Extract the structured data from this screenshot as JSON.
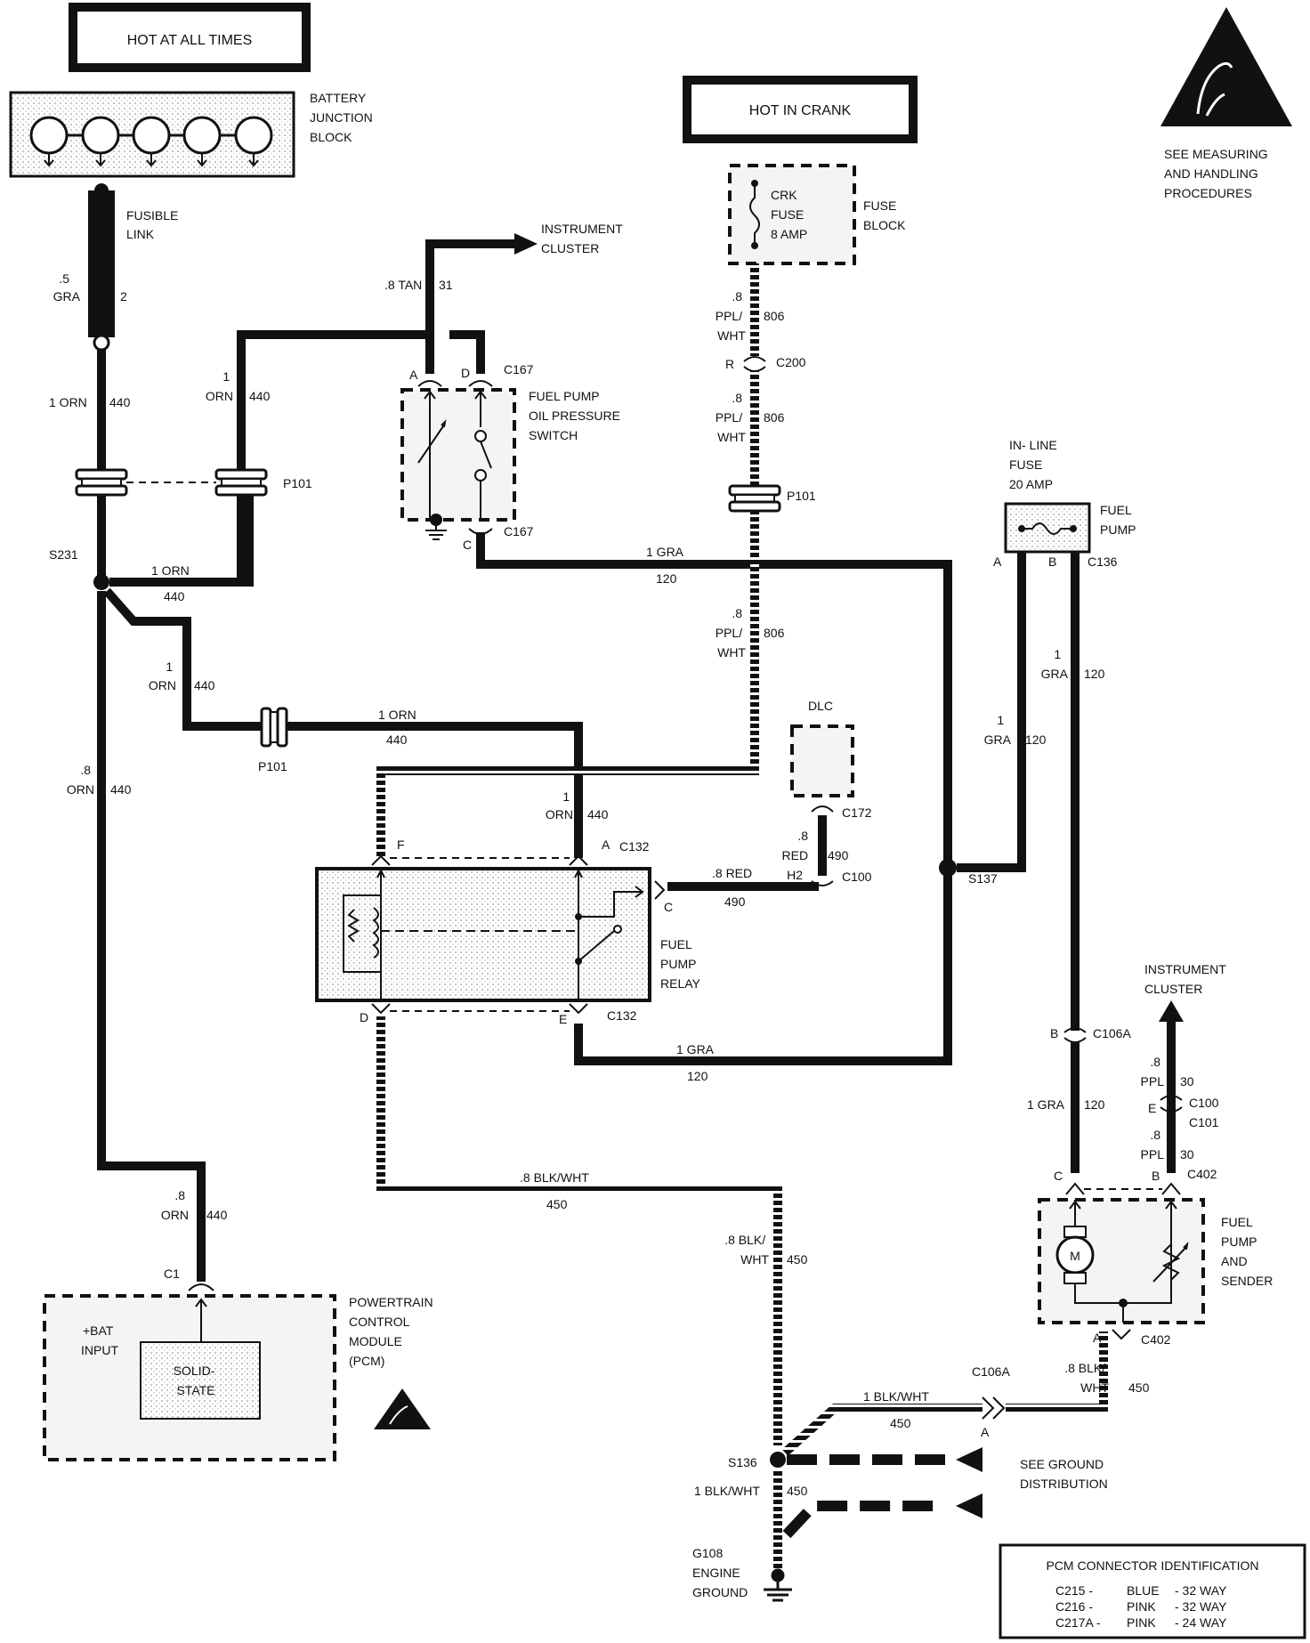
{
  "labels": {
    "hot_at_all_times": "HOT AT ALL TIMES",
    "hot_in_crank": "HOT IN CRANK",
    "battery_junction_block": [
      "BATTERY",
      "JUNCTION",
      "BLOCK"
    ],
    "fusible_link": [
      "FUSIBLE",
      "LINK"
    ],
    "fusible_wire": [
      ".5",
      "GRA"
    ],
    "fusible_num": "2",
    "instrument_cluster_top": [
      "INSTRUMENT",
      "CLUSTER"
    ],
    "tan_wire": ".8 TAN",
    "tan_num": "31",
    "c167_top": "C167",
    "c167_bot": "C167",
    "pin_a_top": "A",
    "pin_d_top": "D",
    "pin_c_ops": "C",
    "fuel_pump_ops": [
      "FUEL PUMP",
      "OIL PRESSURE",
      "SWITCH"
    ],
    "crk_fuse": [
      "CRK",
      "FUSE",
      "8 AMP"
    ],
    "fuse_block": [
      "FUSE",
      "BLOCK"
    ],
    "ppl_wht_1": [
      ".8",
      "PPL/",
      "WHT"
    ],
    "num_806_1": "806",
    "r_pin": "R",
    "c200": "C200",
    "ppl_wht_2": [
      ".8",
      "PPL/",
      "WHT"
    ],
    "num_806_2": "806",
    "p101_right": "P101",
    "ppl_wht_3": [
      ".8",
      "PPL/",
      "WHT"
    ],
    "num_806_3": "806",
    "esd_note": [
      "SEE MEASURING",
      "AND HANDLING",
      "PROCEDURES"
    ],
    "orn_left": "1 ORN",
    "num_440_left": "440",
    "orn_mid": [
      "1",
      "ORN"
    ],
    "num_440_mid": "440",
    "p101_top": "P101",
    "s231": "S231",
    "orn_s231": "1 ORN",
    "num_440_s231": "440",
    "gra_c": "1 GRA",
    "num_120_c": "120",
    "inline_fuse": [
      "IN- LINE",
      "FUSE",
      "20 AMP"
    ],
    "fuel_pump_fuse": [
      "FUEL",
      "PUMP"
    ],
    "pin_a_fuse": "A",
    "pin_b_fuse": "B",
    "c136": "C136",
    "gra_r1": [
      "1",
      "GRA"
    ],
    "num_120_r1": "120",
    "gra_r2": [
      "1",
      "GRA"
    ],
    "num_120_r2": "120",
    "orn_branch": [
      "1",
      "ORN"
    ],
    "num_440_branch": "440",
    "p101_mid": "P101",
    "orn_relay_h": "1 ORN",
    "num_440_relay_h": "440",
    "orn_relay_v": [
      "1",
      "ORN"
    ],
    "num_440_relay_v": "440",
    "dlc": "DLC",
    "c172": "C172",
    "red_dlc": [
      ".8",
      "RED",
      "H2"
    ],
    "num_490_dlc": "490",
    "c100_dlc": "C100",
    "red_h": ".8 RED",
    "num_490_h": "490",
    "pin_c_relay": "C",
    "pin_f": "F",
    "pin_a_relay": "A",
    "c132_top": "C132",
    "fuel_pump_relay": [
      "FUEL",
      "PUMP",
      "RELAY"
    ],
    "s137": "S137",
    "orn_long": [
      ".8",
      "ORN"
    ],
    "num_440_long": "440",
    "pin_d": "D",
    "pin_e": "E",
    "c132_bot": "C132",
    "gra_bot": "1 GRA",
    "num_120_bot": "120",
    "instrument_cluster_right": [
      "INSTRUMENT",
      "CLUSTER"
    ],
    "pin_b_c106a": "B",
    "c106a_r": "C106A",
    "ppl_30_1": [
      ".8",
      "PPL"
    ],
    "num_30_1": "30",
    "gra_1_c106": "1 GRA",
    "num_120_c106": "120",
    "pin_e_c100": "E",
    "c100_r": "C100",
    "c101_r": "C101",
    "ppl_30_2": [
      ".8",
      "PPL"
    ],
    "num_30_2": "30",
    "pin_c_pump": "C",
    "pin_b_pump": "B",
    "c402_top": "C402",
    "fuel_pump_sender": [
      "FUEL",
      "PUMP",
      "AND",
      "SENDER"
    ],
    "motor": "M",
    "orn_pcm": [
      ".8",
      "ORN"
    ],
    "num_440_pcm": "440",
    "blk_wht_h": ".8 BLK/WHT",
    "num_450_h": "450",
    "c1": "C1",
    "bat_input": [
      "+BAT",
      "INPUT"
    ],
    "solid_state": [
      "SOLID-",
      "STATE"
    ],
    "pcm": [
      "POWERTRAIN",
      "CONTROL",
      "MODULE",
      "(PCM)"
    ],
    "blk_wht_v": [
      ".8 BLK/",
      "WHT"
    ],
    "num_450_v": "450",
    "pin_a_c402": "A",
    "c402_bot": "C402",
    "blk_wht_pump": [
      ".8 BLK/",
      "WHT"
    ],
    "num_450_pump": "450",
    "c106a_bot": "C106A",
    "blk_wht_1": "1 BLK/WHT",
    "num_450_1": "450",
    "pin_a_c106a_bot": "A",
    "s136": "S136",
    "see_ground": [
      "SEE GROUND",
      "DISTRIBUTION"
    ],
    "blk_wht_s136": "1 BLK/WHT",
    "num_450_s136": "450",
    "g108": [
      "G108",
      "ENGINE",
      "GROUND"
    ]
  },
  "pcm_connector_identification": {
    "title": "PCM CONNECTOR IDENTIFICATION",
    "rows": [
      {
        "connector": "C215 -",
        "color": "BLUE",
        "ways": "- 32 WAY"
      },
      {
        "connector": "C216 -",
        "color": "PINK",
        "ways": "- 32 WAY"
      },
      {
        "connector": "C217A -",
        "color": "PINK",
        "ways": "- 24 WAY"
      }
    ]
  }
}
